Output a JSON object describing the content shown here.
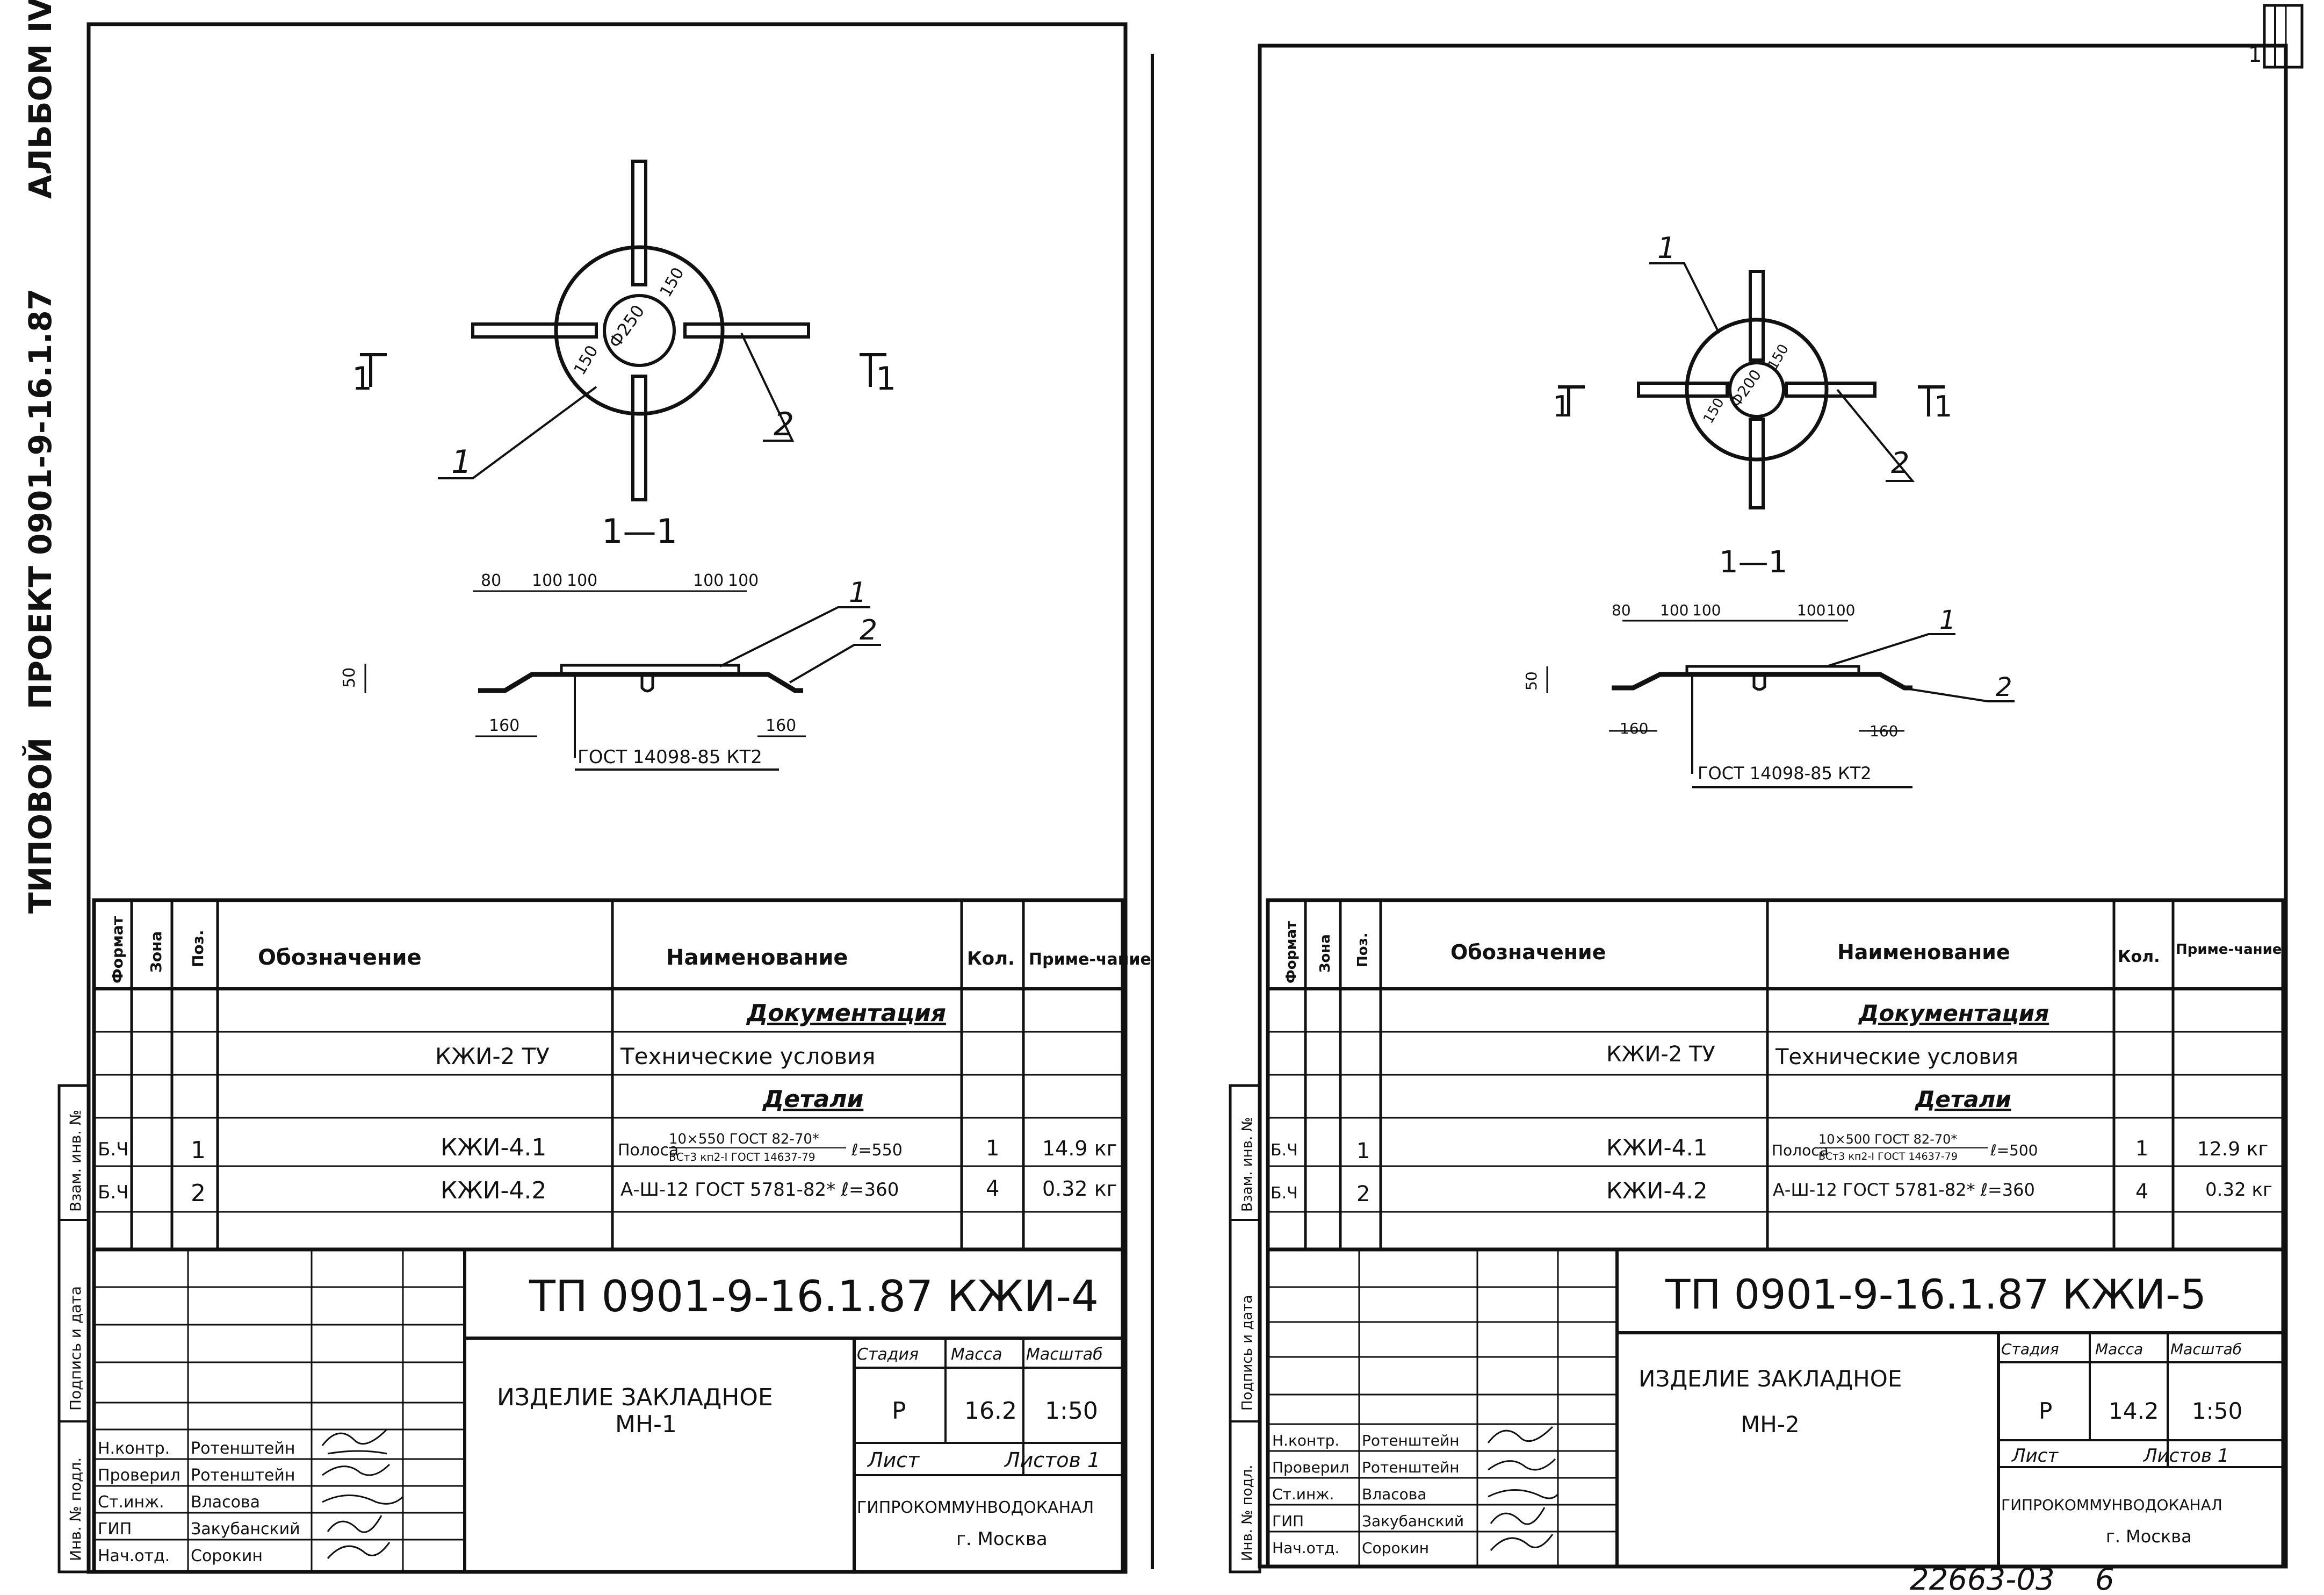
{
  "album_side": {
    "typical": "ТИПОВОЙ",
    "project": "ПРОЕКТ 0901-9-16.1.87",
    "album": "АЛЬБОМ IV"
  },
  "left_sheet": {
    "drawing": {
      "section_label": "1—1",
      "section_mark": "1",
      "callouts": [
        "1",
        "2"
      ],
      "plan_dims": [
        "150",
        "150",
        "Ф250"
      ],
      "section_dims": [
        "80",
        "100",
        "100",
        "100",
        "100",
        "50",
        "160",
        "160"
      ],
      "weld_note": "ГОСТ 14098-85 КТ2"
    },
    "spec": {
      "headers": [
        "Формат",
        "Зона",
        "Поз.",
        "Обозначение",
        "Наименование",
        "Кол.",
        "Приме-чание"
      ],
      "section_docs": "Документация",
      "doc_designation": "КЖИ-2 ТУ",
      "doc_name": "Технические условия",
      "section_parts": "Детали",
      "rows": [
        {
          "format": "Б.Ч",
          "pos": "1",
          "designation": "КЖИ-4.1",
          "name_prefix": "Полоса",
          "name_top": "10×550 ГОСТ 82-70*",
          "name_bottom": "ВСт3 кп2-I ГОСТ 14637-79",
          "name_suffix": "ℓ=550",
          "qty": "1",
          "note": "14.9 кг"
        },
        {
          "format": "Б.Ч",
          "pos": "2",
          "designation": "КЖИ-4.2",
          "name_prefix": "",
          "name_top": "",
          "name_bottom": "",
          "name_suffix": "А-Ш-12 ГОСТ 5781-82* ℓ=360",
          "qty": "4",
          "note": "0.32 кг"
        }
      ]
    },
    "title_block": {
      "code": "ТП 0901-9-16.1.87 КЖИ-4",
      "item_name_1": "ИЗДЕЛИЕ ЗАКЛАДНОЕ",
      "item_name_2": "МН-1",
      "col_stage": "Стадия",
      "col_mass": "Масса",
      "col_scale": "Масштаб",
      "stage": "Р",
      "mass": "16.2",
      "scale": "1:50",
      "sheet": "Лист",
      "sheets": "Листов 1",
      "org": "ГИПРОКОММУНВОДОКАНАЛ",
      "city": "г. Москва",
      "staff": [
        {
          "role": "Н.контр.",
          "name": "Ротенштейн"
        },
        {
          "role": "Проверил",
          "name": "Ротенштейн"
        },
        {
          "role": "Ст.инж.",
          "name": "Власова"
        },
        {
          "role": "ГИП",
          "name": "Закубанский"
        },
        {
          "role": "Нач.отд.",
          "name": "Сорокин"
        }
      ],
      "side_labels": [
        "Взам. инв. №",
        "Подпись и дата",
        "Инв. № подл."
      ]
    }
  },
  "right_sheet": {
    "drawing": {
      "section_label": "1—1",
      "section_mark": "1",
      "callouts": [
        "1",
        "2"
      ],
      "plan_dims": [
        "150",
        "Ф200",
        "150"
      ],
      "section_dims": [
        "80",
        "100",
        "100",
        "100",
        "100",
        "50",
        "160",
        "160"
      ],
      "weld_note": "ГОСТ 14098-85 КТ2"
    },
    "spec": {
      "headers": [
        "Формат",
        "Зона",
        "Поз.",
        "Обозначение",
        "Наименование",
        "Кол.",
        "Приме-чание"
      ],
      "section_docs": "Документация",
      "doc_designation": "КЖИ-2 ТУ",
      "doc_name": "Технические условия",
      "section_parts": "Детали",
      "rows": [
        {
          "format": "Б.Ч",
          "pos": "1",
          "designation": "КЖИ-4.1",
          "name_prefix": "Полоса",
          "name_top": "10×500 ГОСТ 82-70*",
          "name_bottom": "ВСт3 кп2-I ГОСТ 14637-79",
          "name_suffix": "ℓ=500",
          "qty": "1",
          "note": "12.9 кг"
        },
        {
          "format": "Б.Ч",
          "pos": "2",
          "designation": "КЖИ-4.2",
          "name_prefix": "",
          "name_top": "",
          "name_bottom": "",
          "name_suffix": "А-Ш-12 ГОСТ 5781-82* ℓ=360",
          "qty": "4",
          "note": "0.32 кг"
        }
      ]
    },
    "title_block": {
      "code": "ТП 0901-9-16.1.87 КЖИ-5",
      "item_name_1": "ИЗДЕЛИЕ ЗАКЛАДНОЕ",
      "item_name_2": "МН-2",
      "col_stage": "Стадия",
      "col_mass": "Масса",
      "col_scale": "Масштаб",
      "stage": "Р",
      "mass": "14.2",
      "scale": "1:50",
      "sheet": "Лист",
      "sheets": "Листов 1",
      "org": "ГИПРОКОММУНВОДОКАНАЛ",
      "city": "г. Москва",
      "staff": [
        {
          "role": "Н.контр.",
          "name": "Ротенштейн"
        },
        {
          "role": "Проверил",
          "name": "Ротенштейн"
        },
        {
          "role": "Ст.инж.",
          "name": "Власова"
        },
        {
          "role": "ГИП",
          "name": "Закубанский"
        },
        {
          "role": "Нач.отд.",
          "name": "Сорокин"
        }
      ],
      "side_labels": [
        "Взам. инв. №",
        "Подпись и дата",
        "Инв. № подл."
      ]
    }
  },
  "footer": {
    "archive_no": "22663-03",
    "page": "6",
    "corner_mark": "1"
  }
}
